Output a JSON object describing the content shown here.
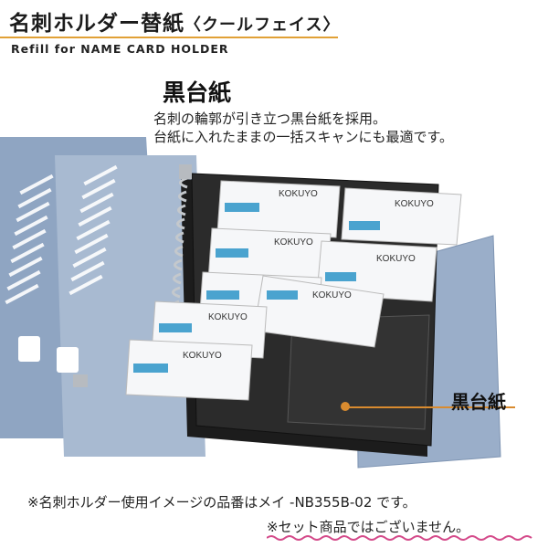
{
  "header": {
    "title": "名刺ホルダー替紙",
    "title_sub": "〈クールフェイス〉",
    "subtitle": "Refill for NAME CARD HOLDER"
  },
  "feature": {
    "title": "黒台紙",
    "lines": [
      "名刺の輪郭が引き立つ黒台紙を採用。",
      "台紙に入れたままの一括スキャンにも最適です。"
    ]
  },
  "figure": {
    "card_brand": "KOKUYO",
    "callout": "黒台紙"
  },
  "notes": {
    "line1": "※名刺ホルダー使用イメージの品番はメイ -NB355B-02 です。",
    "line2": "※セット商品ではございません。"
  },
  "colors": {
    "accent": "#e1a136",
    "binder": "#9aaec9",
    "sheet": "#2b2b2b",
    "callout": "#d98b2f"
  }
}
